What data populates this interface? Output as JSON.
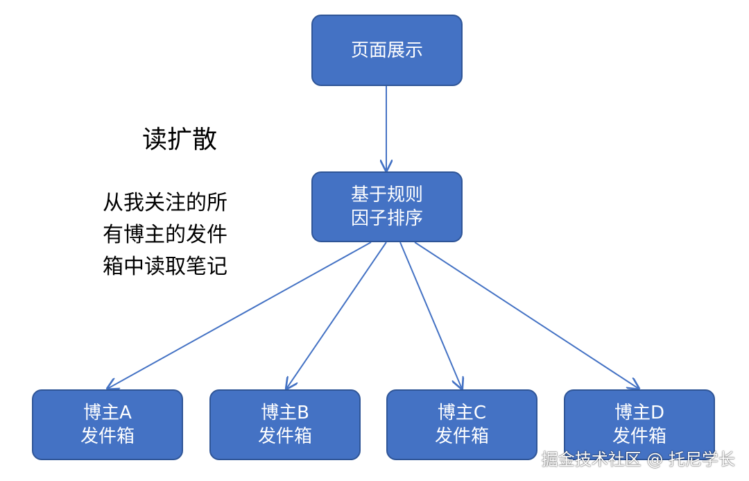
{
  "nodes": {
    "display": {
      "lines": [
        "页面展示"
      ]
    },
    "rank": {
      "lines": [
        "基于规则",
        "因子排序"
      ]
    },
    "outboxes": [
      {
        "lines": [
          "博主A",
          "发件箱"
        ]
      },
      {
        "lines": [
          "博主B",
          "发件箱"
        ]
      },
      {
        "lines": [
          "博主C",
          "发件箱"
        ]
      },
      {
        "lines": [
          "博主D",
          "发件箱"
        ]
      }
    ]
  },
  "title": "读扩散",
  "description": [
    "从我关注的所",
    "有博主的发件",
    "箱中读取笔记"
  ],
  "watermark": "掘金技术社区 @ 托尼学长",
  "colors": {
    "node_fill": "#4472c4",
    "node_border": "#2f5597",
    "edge": "#4472c4"
  }
}
